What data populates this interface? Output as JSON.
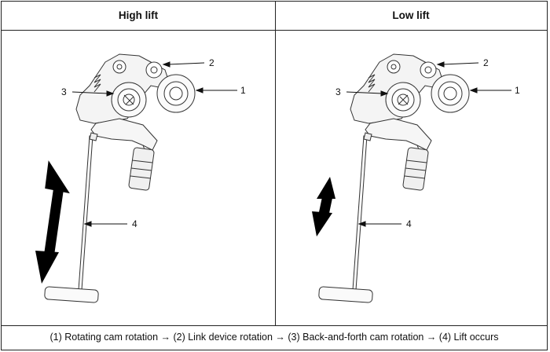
{
  "headers": {
    "left": "High lift",
    "right": "Low lift"
  },
  "callouts": {
    "one": "1",
    "two": "2",
    "three": "3",
    "four": "4"
  },
  "caption": "(1) Rotating cam rotation → (2) Link device rotation → (3) Back-and-forth cam rotation → (4) Lift occurs"
}
